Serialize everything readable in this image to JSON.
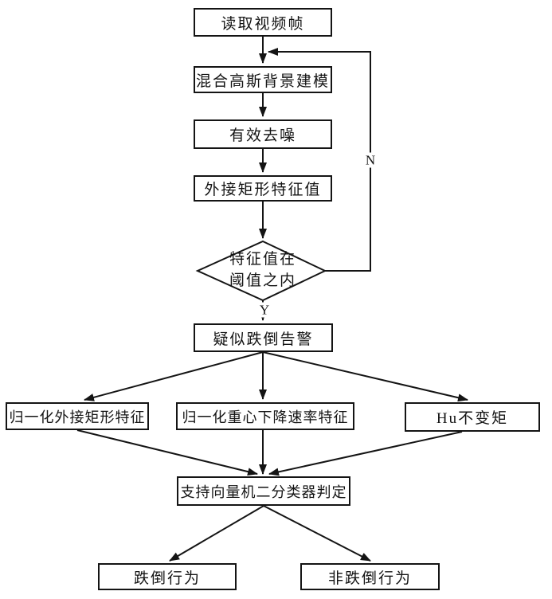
{
  "figure": {
    "background_color": "#ffffff",
    "line_color": "#141414"
  },
  "nodes": {
    "read_frame": "读取视频帧",
    "gmm": "混合高斯背景建模",
    "denoise": "有效去噪",
    "rect_feature": "外接矩形特征值",
    "threshold_line1": "特征值在",
    "threshold_line2": "阈值之内",
    "alarm": "疑似跌倒告警",
    "norm_rect": "归一化外接矩形特征",
    "norm_centroid": "归一化重心下降速率特征",
    "hu": "Hu不变矩",
    "svm": "支持向量机二分类器判定",
    "fall": "跌倒行为",
    "non_fall": "非跌倒行为"
  },
  "edge_labels": {
    "yes": "Y",
    "no": "N"
  }
}
